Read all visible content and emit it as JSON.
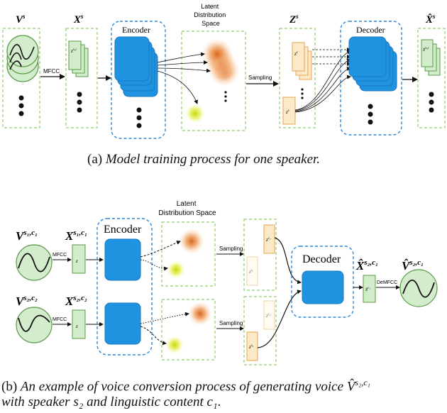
{
  "top": {
    "v_label": "V",
    "v_sup": "s",
    "x_label": "X",
    "x_sup": "s",
    "mfcc": "MFCC",
    "x_item": "z",
    "x_item_sup": "x,c",
    "encoder": "Encoder",
    "latent_line1": "Latent",
    "latent_line2": "Distribution",
    "latent_line3": "Space",
    "z_label": "Z",
    "z_sup": "s",
    "sampling": "Sampling",
    "z_item": "z",
    "z_item_c_sup": "c",
    "z_item_s_sup": "s",
    "decoder": "Decoder",
    "xhat_label": "X̂",
    "xhat_sup": "s",
    "xhat_item": "x̂",
    "xhat_item_sup": "x,c",
    "caption_prefix": "(a) ",
    "caption_italic": "Model training process for one speaker."
  },
  "bottom": {
    "v1_label": "V",
    "v1_sup": "s₁,c₁",
    "v2_label": "V",
    "v2_sup": "s₂,c₂",
    "x1_label": "X",
    "x1_sup": "s₁,c₁",
    "x2_label": "X",
    "x2_sup": "s₂,c₂",
    "mfcc": "MFCC",
    "z_small": "z",
    "encoder": "Encoder",
    "latent_line1": "Latent",
    "latent_line2": "Distribution Space",
    "sampling": "Sampling",
    "zc1": "z",
    "zc1_sup": "c₁",
    "zs1": "z",
    "zs1_sup": "s₁",
    "zc2": "z",
    "zc2_sup": "c₂",
    "zs2": "z",
    "zs2_sup": "s₂",
    "decoder": "Decoder",
    "xhat_label": "X̂",
    "xhat_sup": "s₂,c₁",
    "vhat_label": "V̂",
    "vhat_sup": "s₂,c₁",
    "demfcc": "DeMFCC",
    "xhat_small": "x̂",
    "xhat_small_sup": "c₁",
    "caption_line1_prefix": "(b) ",
    "caption_line1_italic": "An example of voice conversion process of generating voice ",
    "caption_line1_math": "V̂",
    "caption_line1_math_sup": "s₂,c₁",
    "caption_line2_italic": "with speaker ",
    "caption_line2_s": "s₂",
    "caption_line2_mid": " and linguistic content ",
    "caption_line2_c": "c₁",
    "caption_line2_end": "."
  },
  "colors": {
    "green_border": "#8fce6f",
    "green_fill": "#d3eccb",
    "blue_fill": "#1f93e0",
    "blue_border": "#1a78c2",
    "orange_fill": "#fce9c8",
    "orange_border": "#e8a552",
    "dashed_blue": "#2d86d8"
  }
}
